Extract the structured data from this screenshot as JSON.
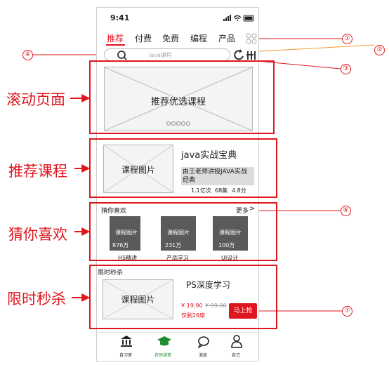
{
  "status_bar": {
    "time": "9:41"
  },
  "tabs": [
    {
      "label": "推荐",
      "active": true
    },
    {
      "label": "付费",
      "active": false
    },
    {
      "label": "免费",
      "active": false
    },
    {
      "label": "编程",
      "active": false
    },
    {
      "label": "产品",
      "active": false
    }
  ],
  "search": {
    "placeholder": "java编程"
  },
  "banner": {
    "title": "推荐优选课程"
  },
  "recommend": {
    "image_label": "课程图片",
    "title": "java实战宝典",
    "desc": "由王老师讲授JAVA实战经典",
    "views": "1.1亿次",
    "episodes": "68集",
    "rating": "4.8分"
  },
  "guess": {
    "header": "猜你喜欢",
    "more": "更多",
    "items": [
      {
        "thumb": "课程图片",
        "count": "876万",
        "name": "H5精讲"
      },
      {
        "thumb": "课程图片",
        "count": "231万",
        "name": "产品学习"
      },
      {
        "thumb": "课程图片",
        "count": "100万",
        "name": "UI设计"
      }
    ]
  },
  "flash": {
    "header": "限时秒杀",
    "image_label": "课程图片",
    "title": "PS深度学习",
    "price": "¥ 19.90",
    "old_price": "¥ 99.00",
    "remaining": "仅剩28席",
    "buy_button": "马上抢"
  },
  "bottom_nav": [
    {
      "label": "自习室",
      "icon": "bank-icon"
    },
    {
      "label": "名师讲堂",
      "icon": "graduation-cap-icon"
    },
    {
      "label": "消息",
      "icon": "chat-bubble-icon"
    },
    {
      "label": "自己",
      "icon": "person-icon"
    }
  ],
  "annotations": {
    "scroll": "滚动页面",
    "recommend": "推荐课程",
    "guess": "猜你喜欢",
    "flash": "限时秒杀",
    "markers": [
      "①",
      "②",
      "③",
      "④",
      "⑥",
      "⑦"
    ]
  },
  "colors": {
    "accent": "#e0161e",
    "nav_active": "#1e8c2e",
    "thumb": "#5a5a5a"
  }
}
